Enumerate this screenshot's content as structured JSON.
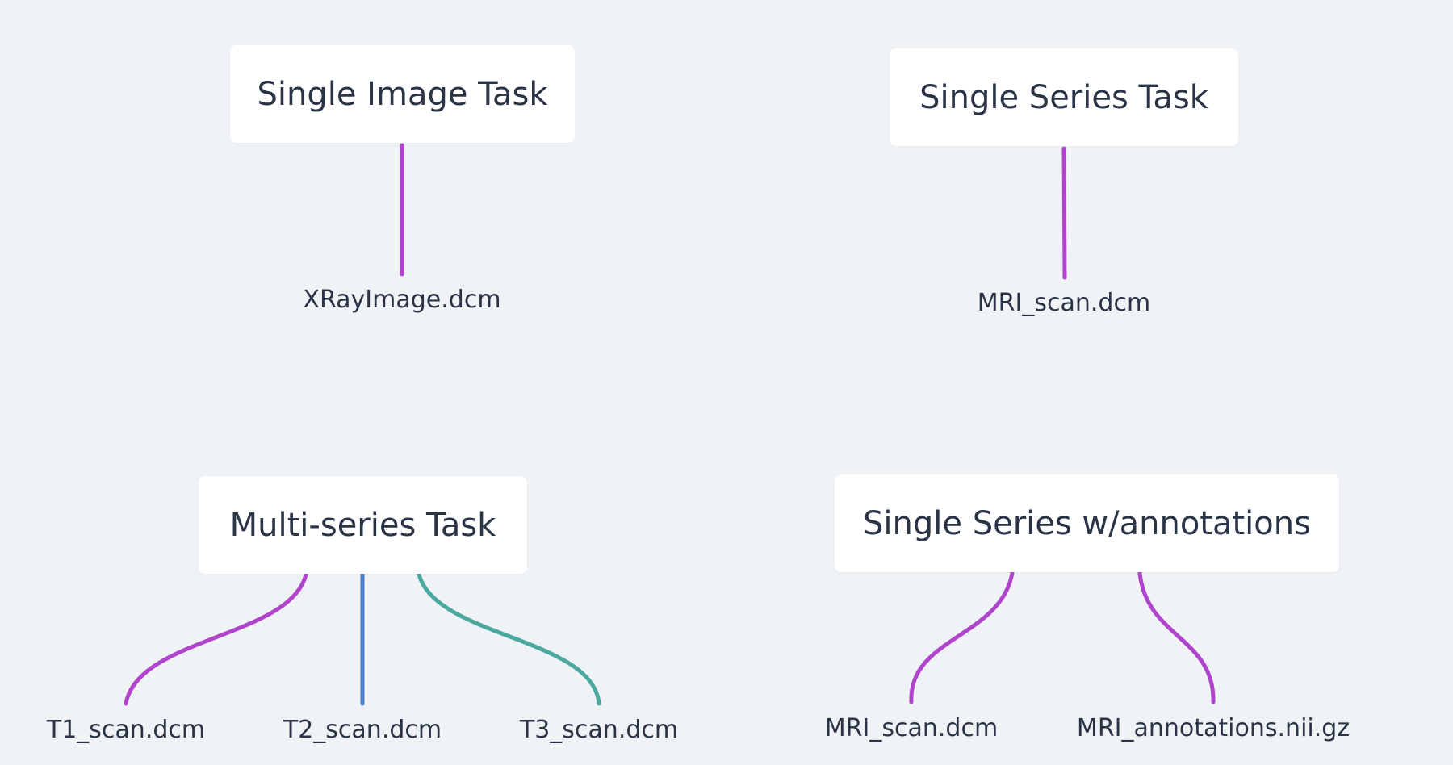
{
  "colors": {
    "background": "#f0f3f6",
    "node_fill": "#ffffff",
    "text": "#2a3446",
    "purple": "#b044cc",
    "blue": "#4a7fd0",
    "teal": "#4aa89e"
  },
  "groups": {
    "single_image": {
      "title": "Single Image Task",
      "files": [
        "XRayImage.dcm"
      ]
    },
    "single_series": {
      "title": "Single Series Task",
      "files": [
        "MRI_scan.dcm"
      ]
    },
    "multi_series": {
      "title": "Multi-series Task",
      "files": [
        "T1_scan.dcm",
        "T2_scan.dcm",
        "T3_scan.dcm"
      ]
    },
    "series_annotations": {
      "title": "Single Series w/annotations",
      "files": [
        "MRI_scan.dcm",
        "MRI_annotations.nii.gz"
      ]
    }
  }
}
